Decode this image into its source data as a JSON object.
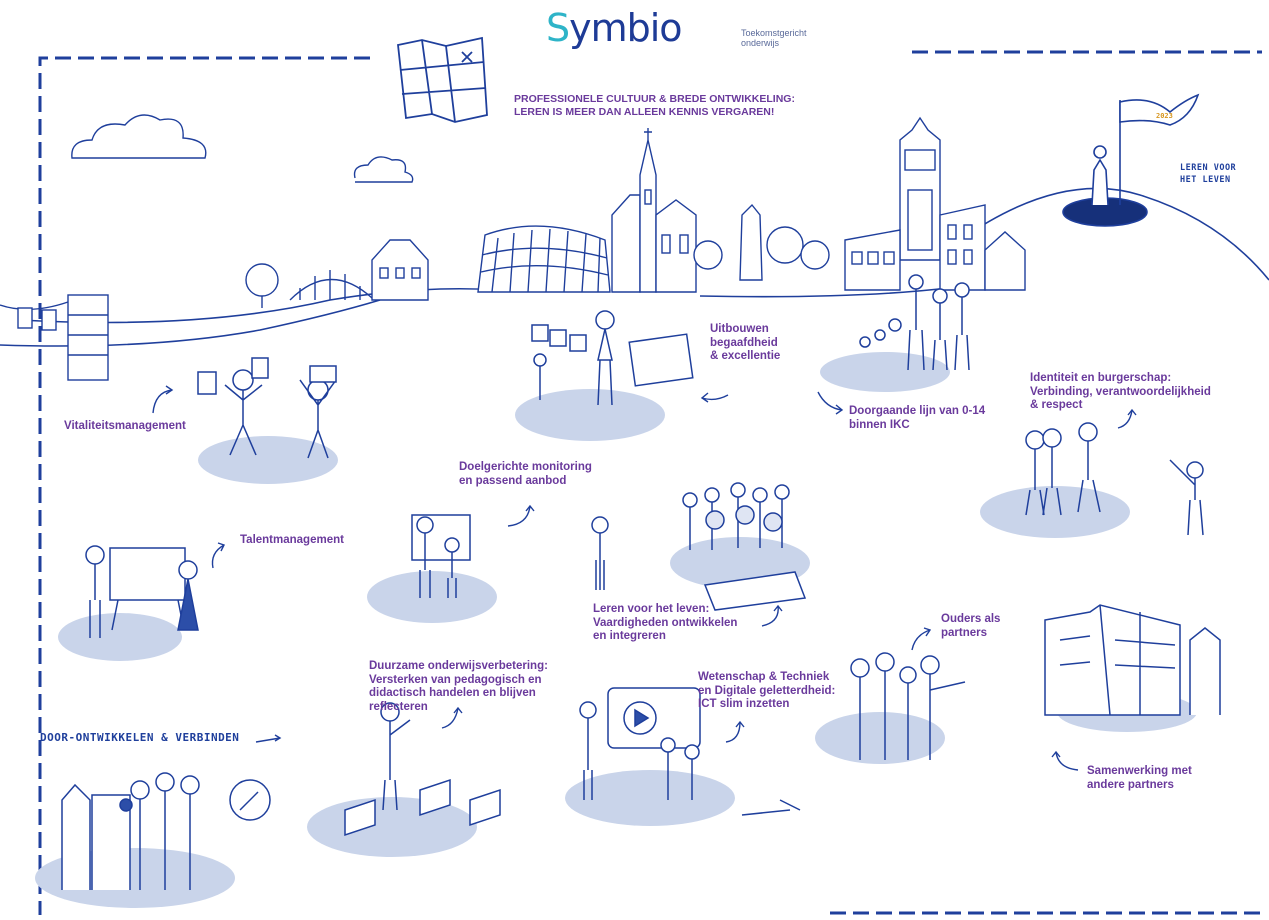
{
  "header": {
    "logo_text": "ymbio",
    "logo_s": "S",
    "tagline": "Toekomstgericht\nonderwijs",
    "title": "PROFESSIONELE CULTUUR & BREDE ONTWIKKELING:\nLEREN IS MEER DAN ALLEEN KENNIS VERGAREN!"
  },
  "flag_text": "2023",
  "handwritten": {
    "leren_voor_het_leven": "LEREN VOOR\nHET LEVEN",
    "door_ontwikkelen": "DOOR-ONTWIKKELEN & VERBINDEN"
  },
  "labels": {
    "vitaliteit": "Vitaliteitsmanagement",
    "uitbouwen": "Uitbouwen\nbegaafdheid\n& excellentie",
    "doorgaande": "Doorgaande lijn van 0-14\nbinnen IKC",
    "identiteit": "Identiteit en burgerschap:\nVerbinding, verantwoordelijkheid\n& respect",
    "doelgericht": "Doelgerichte monitoring\nen passend aanbod",
    "talent": "Talentmanagement",
    "leren_leven": "Leren voor het leven:\nVaardigheden ontwikkelen\nen integreren",
    "ouders": "Ouders als\npartners",
    "duurzame": "Duurzame onderwijsverbetering:\nVersterken van pedagogisch en\ndidactisch handelen en blijven\nreflecteren",
    "wetenschap": "Wetenschap & Techniek\nen Digitale geletterdheid:\nICT slim inzetten",
    "samenwerking": "Samenwerking met\nandere partners"
  },
  "colors": {
    "ink": "#1f3f9c",
    "label_purple": "#6a3a9c",
    "ellipse_fill": "#c9d4ea",
    "dark_ellipse": "#16307a",
    "flag_accent": "#d7961f"
  }
}
